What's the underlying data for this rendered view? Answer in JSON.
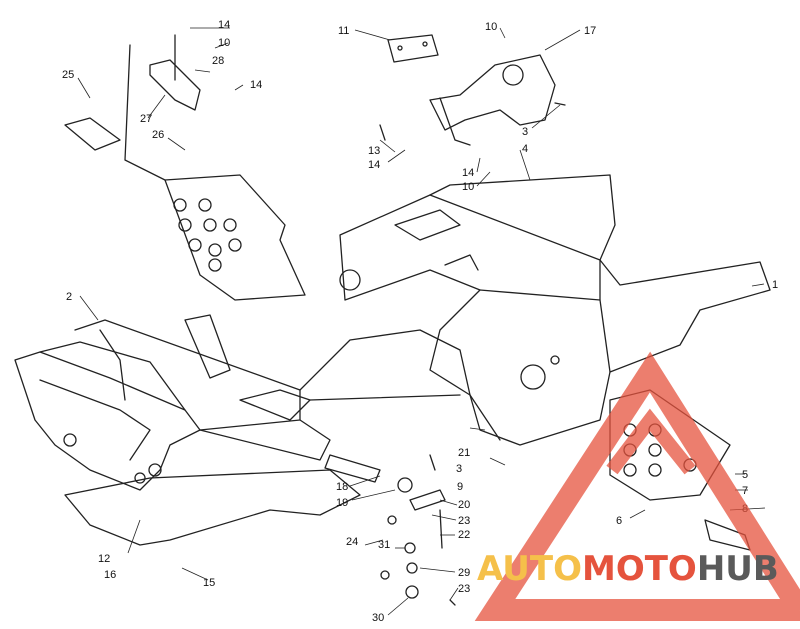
{
  "diagram": {
    "callouts": [
      "1",
      "2",
      "3",
      "3",
      "4",
      "5",
      "6",
      "7",
      "8",
      "9",
      "10",
      "10",
      "10",
      "11",
      "12",
      "13",
      "14",
      "14",
      "14",
      "14",
      "15",
      "16",
      "17",
      "18",
      "19",
      "20",
      "21",
      "22",
      "23",
      "23",
      "24",
      "25",
      "26",
      "27",
      "28",
      "29",
      "30",
      "31"
    ]
  },
  "watermark": {
    "part1": "AUTO",
    "part2": "MOTO",
    "part3": "HUB",
    "color_auto": "#f5c04a",
    "color_moto": "#e5533d",
    "color_hub": "#5a5a5a"
  }
}
